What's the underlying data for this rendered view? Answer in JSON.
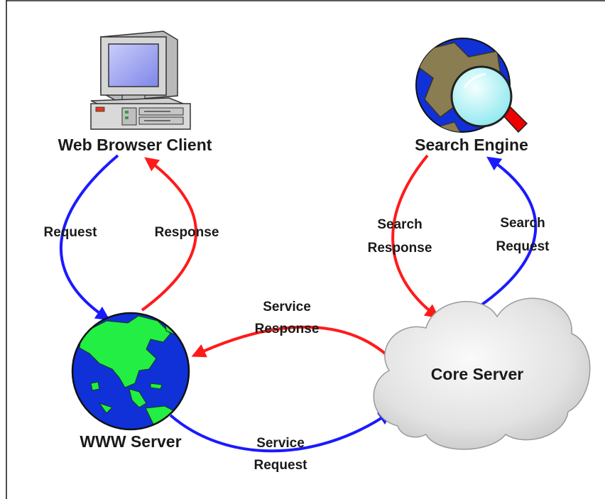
{
  "nodes": {
    "client": {
      "label": "Web Browser Client",
      "icon": "desktop-computer-icon"
    },
    "search": {
      "label": "Search Engine",
      "icon": "globe-magnifier-icon"
    },
    "www": {
      "label": "WWW Server",
      "icon": "globe-icon"
    },
    "core": {
      "label": "Core Server",
      "icon": "cloud-icon"
    }
  },
  "edges": {
    "request": {
      "lines": [
        "Request"
      ],
      "color": "#1a1aff"
    },
    "response": {
      "lines": [
        "Response"
      ],
      "color": "#ff1a1a"
    },
    "search_response": {
      "lines": [
        "Search",
        "Response"
      ],
      "color": "#ff1a1a"
    },
    "search_request": {
      "lines": [
        "Search",
        "Request"
      ],
      "color": "#1a1aff"
    },
    "service_response": {
      "lines": [
        "Service",
        "Response"
      ],
      "color": "#ff1a1a"
    },
    "service_request": {
      "lines": [
        "Service",
        "Request"
      ],
      "color": "#1a1aff"
    }
  },
  "colors": {
    "request_arrow": "#1a1aff",
    "response_arrow": "#ff1a1a",
    "globe_ocean": "#1030d8",
    "globe_land": "#22ee44",
    "cloud": "#e6e6e6",
    "frame": "#222222"
  }
}
